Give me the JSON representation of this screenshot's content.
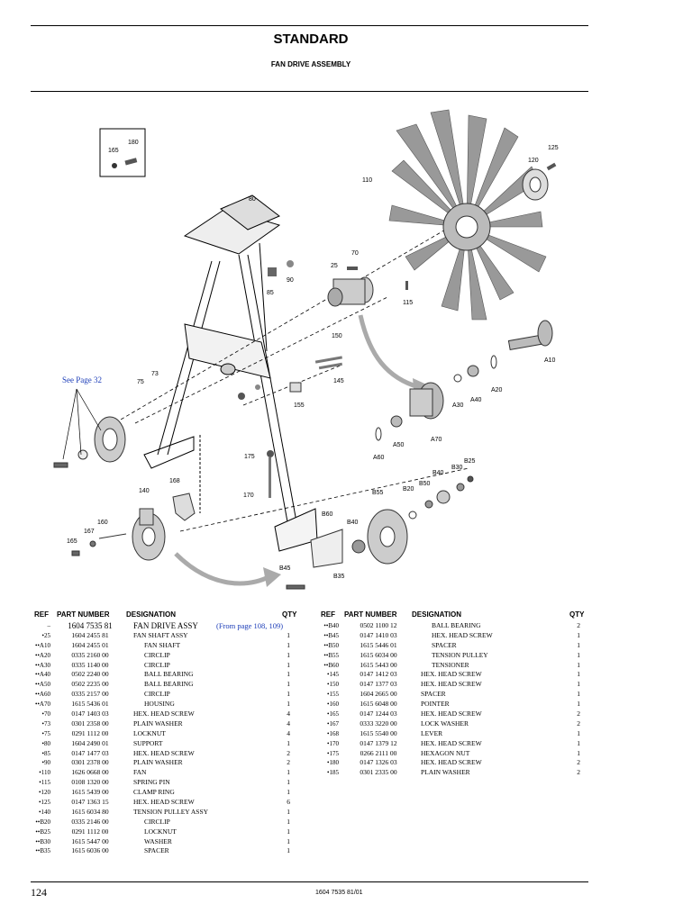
{
  "header": {
    "title": "STANDARD",
    "subtitle": "FAN DRIVE ASSEMBLY"
  },
  "diagram": {
    "see_page": "See Page 32",
    "callouts": [
      "165",
      "180",
      "80",
      "85",
      "90",
      "25",
      "70",
      "115",
      "110",
      "120",
      "125",
      "150",
      "145",
      "155",
      "75",
      "73",
      "A10",
      "A20",
      "A40",
      "A30",
      "A70",
      "A50",
      "A60",
      "175",
      "170",
      "168",
      "140",
      "160",
      "167",
      "165",
      "B25",
      "B30",
      "B40",
      "B50",
      "B20",
      "B55",
      "B60",
      "B40",
      "B45",
      "B35"
    ]
  },
  "table": {
    "headers": {
      "ref": "REF",
      "part_number": "PART NUMBER",
      "designation": "DESIGNATION",
      "qty": "QTY"
    },
    "left": [
      {
        "ref": "–",
        "pn": "1604 7535 81",
        "des": "FAN DRIVE ASSY",
        "note": "(From page 108, 109)",
        "qty": ""
      },
      {
        "ref": "•25",
        "pn": "1604 2455 81",
        "des": "FAN SHAFT ASSY",
        "qty": "1"
      },
      {
        "ref": "••A10",
        "pn": "1604 2455 01",
        "des": "FAN SHAFT",
        "qty": "1"
      },
      {
        "ref": "••A20",
        "pn": "0335 2160 00",
        "des": "CIRCLIP",
        "qty": "1"
      },
      {
        "ref": "••A30",
        "pn": "0335 1140 00",
        "des": "CIRCLIP",
        "qty": "1"
      },
      {
        "ref": "••A40",
        "pn": "0502 2240 00",
        "des": "BALL BEARING",
        "qty": "1"
      },
      {
        "ref": "••A50",
        "pn": "0502 2235 00",
        "des": "BALL BEARING",
        "qty": "1"
      },
      {
        "ref": "••A60",
        "pn": "0335 2157 00",
        "des": "CIRCLIP",
        "qty": "1"
      },
      {
        "ref": "••A70",
        "pn": "1615 5436 01",
        "des": "HOUSING",
        "qty": "1"
      },
      {
        "ref": "•70",
        "pn": "0147 1403 03",
        "des": "HEX. HEAD SCREW",
        "qty": "4"
      },
      {
        "ref": "•73",
        "pn": "0301 2358 00",
        "des": "PLAIN WASHER",
        "qty": "4"
      },
      {
        "ref": "•75",
        "pn": "0291 1112 00",
        "des": "LOCKNUT",
        "qty": "4"
      },
      {
        "ref": "•80",
        "pn": "1604 2490 01",
        "des": "SUPPORT",
        "qty": "1"
      },
      {
        "ref": "•85",
        "pn": "0147 1477 03",
        "des": "HEX. HEAD SCREW",
        "qty": "2"
      },
      {
        "ref": "•90",
        "pn": "0301 2378 00",
        "des": "PLAIN WASHER",
        "qty": "2"
      },
      {
        "ref": "•110",
        "pn": "1626 0668 00",
        "des": "FAN",
        "qty": "1"
      },
      {
        "ref": "•115",
        "pn": "0108 1320 00",
        "des": "SPRING PIN",
        "qty": "1"
      },
      {
        "ref": "•120",
        "pn": "1615 5439 00",
        "des": "CLAMP RING",
        "qty": "1"
      },
      {
        "ref": "•125",
        "pn": "0147 1363 15",
        "des": "HEX. HEAD SCREW",
        "qty": "6"
      },
      {
        "ref": "•140",
        "pn": "1615 6034 80",
        "des": "TENSION PULLEY ASSY",
        "qty": "1"
      },
      {
        "ref": "••B20",
        "pn": "0335 2146 00",
        "des": "CIRCLIP",
        "qty": "1"
      },
      {
        "ref": "••B25",
        "pn": "0291 1112 00",
        "des": "LOCKNUT",
        "qty": "1"
      },
      {
        "ref": "••B30",
        "pn": "1615 5447 00",
        "des": "WASHER",
        "qty": "1"
      },
      {
        "ref": "••B35",
        "pn": "1615 6036 00",
        "des": "SPACER",
        "qty": "1"
      }
    ],
    "right": [
      {
        "ref": "••B40",
        "pn": "0502 1100 12",
        "des": "BALL BEARING",
        "qty": "2"
      },
      {
        "ref": "••B45",
        "pn": "0147 1410 03",
        "des": "HEX. HEAD SCREW",
        "qty": "1"
      },
      {
        "ref": "••B50",
        "pn": "1615 5446 01",
        "des": "SPACER",
        "qty": "1"
      },
      {
        "ref": "••B55",
        "pn": "1615 6034 00",
        "des": "TENSION PULLEY",
        "qty": "1"
      },
      {
        "ref": "••B60",
        "pn": "1615 5443 00",
        "des": "TENSIONER",
        "qty": "1"
      },
      {
        "ref": "•145",
        "pn": "0147 1412 03",
        "des": "HEX. HEAD SCREW",
        "qty": "1"
      },
      {
        "ref": "•150",
        "pn": "0147 1377 03",
        "des": "HEX. HEAD SCREW",
        "qty": "1"
      },
      {
        "ref": "•155",
        "pn": "1604 2665 00",
        "des": "SPACER",
        "qty": "1"
      },
      {
        "ref": "•160",
        "pn": "1615 6048 00",
        "des": "POINTER",
        "qty": "1"
      },
      {
        "ref": "•165",
        "pn": "0147 1244 03",
        "des": "HEX. HEAD SCREW",
        "qty": "2"
      },
      {
        "ref": "•167",
        "pn": "0333 3220 00",
        "des": "LOCK WASHER",
        "qty": "2"
      },
      {
        "ref": "•168",
        "pn": "1615 5540 00",
        "des": "LEVER",
        "qty": "1"
      },
      {
        "ref": "•170",
        "pn": "0147 1379 12",
        "des": "HEX. HEAD SCREW",
        "qty": "1"
      },
      {
        "ref": "•175",
        "pn": "0266 2111 00",
        "des": "HEXAGON NUT",
        "qty": "1"
      },
      {
        "ref": "•180",
        "pn": "0147 1326 03",
        "des": "HEX. HEAD SCREW",
        "qty": "2"
      },
      {
        "ref": "•185",
        "pn": "0301 2335 00",
        "des": "PLAIN WASHER",
        "qty": "2"
      }
    ]
  },
  "footer": {
    "page_number": "124",
    "doc_code": "1604 7535 81/01"
  }
}
